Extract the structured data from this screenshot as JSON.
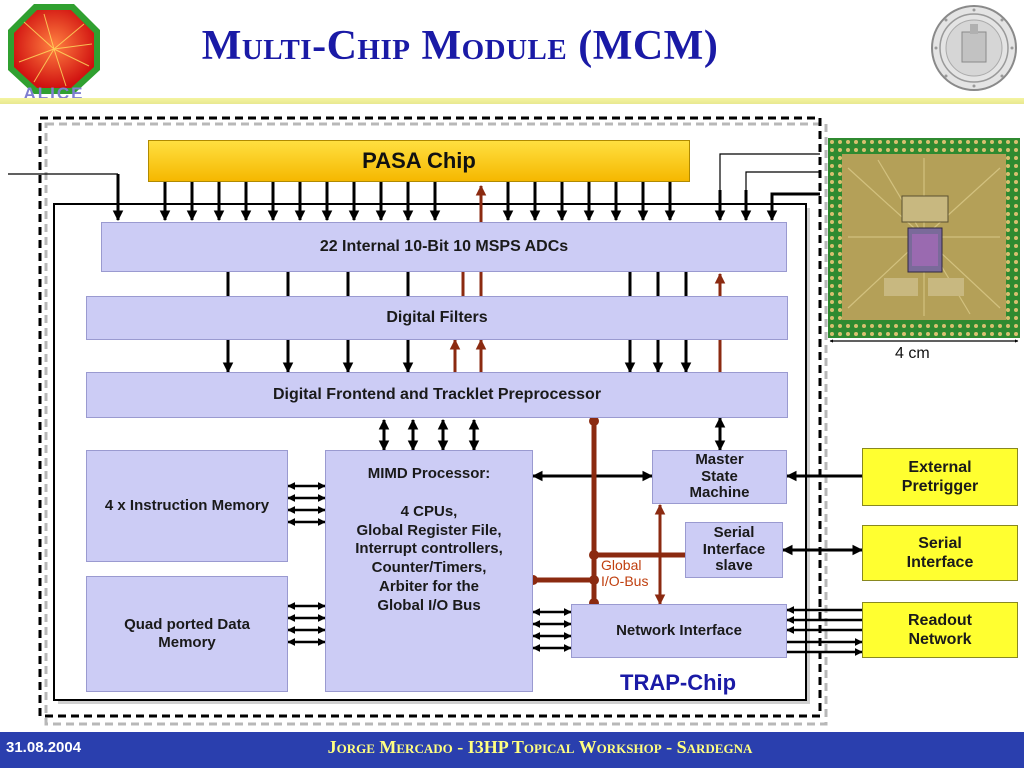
{
  "header": {
    "title": "Multi-Chip Module (MCM)",
    "logo_text": "ALICE"
  },
  "diagram": {
    "pasa_chip": "PASA Chip",
    "adcs": "22 Internal 10-Bit 10 MSPS ADCs",
    "digital_filters": "Digital Filters",
    "frontend": "Digital Frontend and Tracklet Preprocessor",
    "instruction_memory": "4 x Instruction Memory",
    "data_memory": "Quad ported Data Memory",
    "mimd": {
      "title": "MIMD Processor:",
      "lines": [
        "4 CPUs,",
        "Global Register File,",
        "Interrupt controllers,",
        "Counter/Timers,",
        "Arbiter for the",
        "Global I/O Bus"
      ]
    },
    "master_state_machine": "Master State Machine",
    "serial_interface_slave": "Serial Interface slave",
    "network_interface": "Network Interface",
    "global_io_bus": "Global I/O-Bus",
    "trap_chip": "TRAP-Chip",
    "external_pretrigger": "External Pretrigger",
    "serial_interface": "Serial Interface",
    "readout_network": "Readout Network",
    "chip_dimension": "4 cm"
  },
  "colors": {
    "title": "#1a1aa6",
    "block_fill": "#ccccf5",
    "pasa_fill": "#f5c400",
    "external_fill": "#ffff30",
    "bus": "#8b2a10",
    "footer_bg": "#2a3fae",
    "footer_text": "#ffff80"
  },
  "footer": {
    "date": "31.08.2004",
    "text": "Jorge Mercado - I3HP Topical Workshop - Sardegna"
  }
}
